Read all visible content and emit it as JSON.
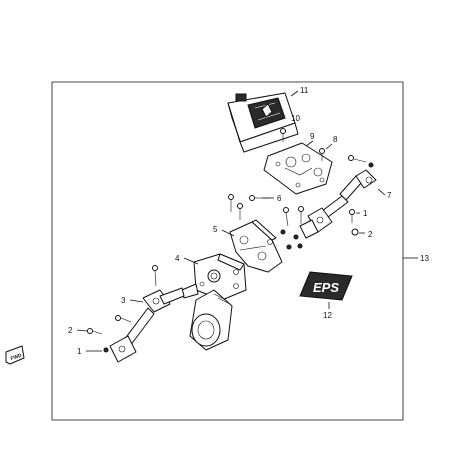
{
  "diagram": {
    "callouts": {
      "c1a": "1",
      "c1b": "1",
      "c2a": "2",
      "c2b": "2",
      "c3": "3",
      "c4": "4",
      "c5": "5",
      "c6": "6",
      "c7": "7",
      "c8": "8",
      "c9": "9",
      "c10": "10",
      "c11": "11",
      "c12": "12",
      "c13": "13"
    },
    "fwd_label": "FWD",
    "eps_label": "EPS"
  }
}
